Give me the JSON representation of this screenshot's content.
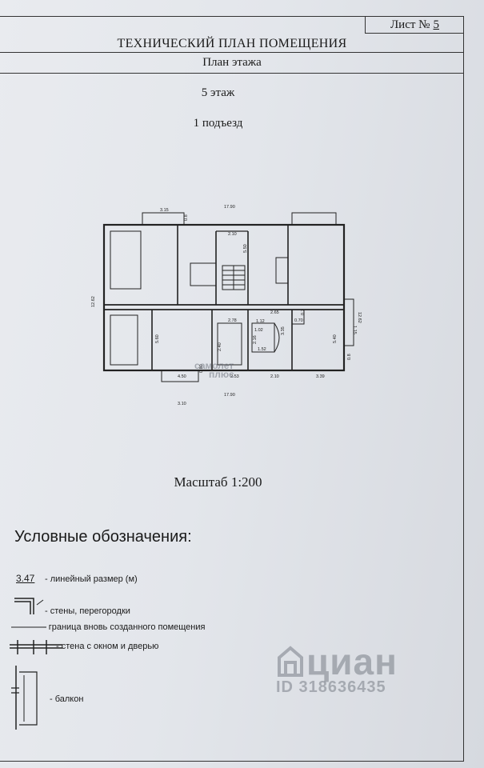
{
  "header": {
    "sheet_label": "Лист №",
    "sheet_number": "5",
    "title": "ТЕХНИЧЕСКИЙ ПЛАН ПОМЕЩЕНИЯ",
    "subtitle": "План этажа"
  },
  "floor_info": {
    "floor": "5 этаж",
    "entrance": "1 подъезд"
  },
  "plan": {
    "dims": {
      "top_left": "3.15",
      "top_overall": "17.90",
      "top_mid": "2.10",
      "top_small": "0.8",
      "stair_w": "5.50",
      "left_height": "12.62",
      "right_height": "12.62",
      "right_side": "1.15",
      "right_small": "0.8",
      "corridor_a": "2.65",
      "corridor_b": "0.70",
      "corridor_c": "0.7",
      "room_l_h": "5.60",
      "room_m_h": "2.40",
      "room_m_w": "2.78",
      "room_r_h": "5.40",
      "room_r2_h": "3.35",
      "hall_a": "1.12",
      "hall_b": "1.02",
      "hall_c": "2.16",
      "hall_d": "1.52",
      "bottom_a": "4.50",
      "bottom_b": "2.53",
      "bottom_c": "2.10",
      "bottom_d": "3.39",
      "bottom_overall": "17.90",
      "bottom_left": "3.10",
      "bottom_small": "0.80",
      "right_bottom": "0.8"
    }
  },
  "scale": "Масштаб 1:200",
  "legend": {
    "title": "Условные обозначения:",
    "dim_sample": "3.47",
    "dim_text": "- линейный размер (м)",
    "walls_text": "- стены, перегородки",
    "boundary_text": "- граница вновь созданного помещения",
    "window_text": "- стена с окном и дверью",
    "balcony_text": "- балкон"
  },
  "watermark": {
    "brand": "циан",
    "id": "ID 318636435"
  },
  "stamp": {
    "line1": "самолет",
    "line2": "плюс"
  }
}
